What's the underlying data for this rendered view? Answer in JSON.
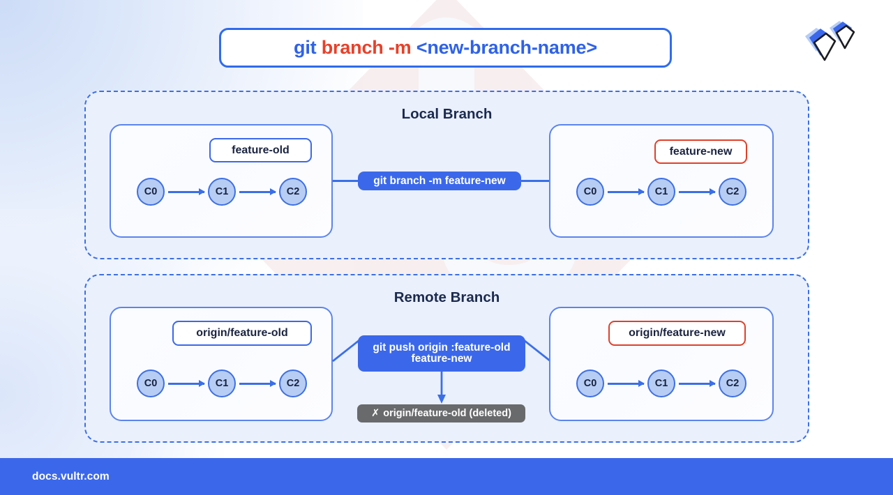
{
  "title": {
    "part_blue_1": "git ",
    "part_red": "branch -m",
    "part_blue_2": " <new-branch-name>",
    "full": "git branch -m <new-branch-name>"
  },
  "colors": {
    "accent_blue": "#3b68eb",
    "accent_red": "#e0402a",
    "node_fill": "#b7cdf4",
    "section_bg": "#eaf0fc",
    "deleted_gray": "#696a6c",
    "text_navy": "#1b2a4e"
  },
  "sections": {
    "local": {
      "title": "Local Branch",
      "left_panel": {
        "branch_label": "feature-old",
        "commits": [
          "C0",
          "C1",
          "C2"
        ]
      },
      "right_panel": {
        "branch_label": "feature-new",
        "commits": [
          "C0",
          "C1",
          "C2"
        ]
      },
      "command": "git branch -m feature-new"
    },
    "remote": {
      "title": "Remote Branch",
      "left_panel": {
        "branch_label": "origin/feature-old",
        "commits": [
          "C0",
          "C1",
          "C2"
        ]
      },
      "right_panel": {
        "branch_label": "origin/feature-new",
        "commits": [
          "C0",
          "C1",
          "C2"
        ]
      },
      "command_line1": "git push origin :feature-old",
      "command_line2": "feature-new",
      "deleted_badge_icon": "✗",
      "deleted_badge_text": "origin/feature-old (deleted)"
    }
  },
  "footer": {
    "site": "docs.vultr.com"
  },
  "logo": {
    "name": "vultr-logo"
  }
}
